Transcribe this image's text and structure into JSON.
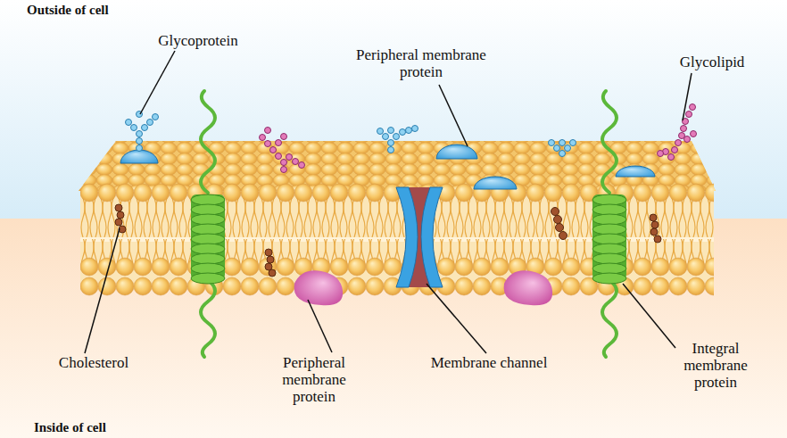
{
  "diagram": {
    "labels": [
      "Outside of cell",
      "Glycoprotein",
      "Peripheral membrane protein",
      "Glycolipid",
      "Cholesterol",
      "Peripheral membrane protein",
      "Membrane channel",
      "Integral membrane protein",
      "Inside of cell"
    ]
  }
}
